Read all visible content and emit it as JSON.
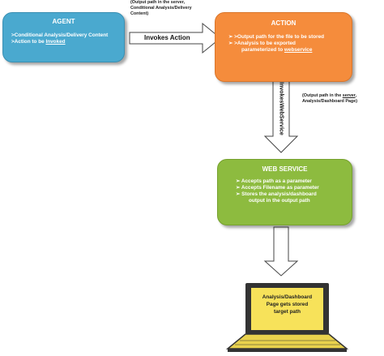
{
  "agent": {
    "title": "AGENT",
    "line1": ">Conditional Analysis/Delivery Content",
    "line2_prefix": ">Action to be ",
    "line2_link": "Invoked"
  },
  "annotation_top": {
    "line1": "(Output path in the server,",
    "line2": "Conditional Analysis/Delivery",
    "line3": "Content)"
  },
  "invokes_action": "Invokes Action",
  "action": {
    "title": "ACTION",
    "bullet1": "➢   >Output path for the file to be stored",
    "bullet2": "➢   >Analysis to be exported",
    "bullet3_prefix": "parameterized to ",
    "bullet3_link": "webservice"
  },
  "invokes_webservice": "InvokesWebService",
  "annotation_right": {
    "line1_prefix": "(Output path in the ",
    "line1_link": "server",
    "line1_suffix": ",",
    "line2": "Analysis/Dashboard Page)"
  },
  "web_service": {
    "title": "WEB SERVICE",
    "bullet1": "➢   Accepts path as a parameter",
    "bullet2": "➢   Accepts Filename as parameter",
    "bullet3": "➢   Stores the analysis/dashboard",
    "bullet3_cont": "output  in the output  path"
  },
  "laptop": {
    "line1": "Analysis/Dashboard",
    "line2": "Page gets stored",
    "line3": "target path"
  },
  "colors": {
    "agent": "#4aa9cf",
    "action": "#f58c3c",
    "web_service": "#8dbb3f",
    "laptop_screen": "#f7e25a"
  }
}
